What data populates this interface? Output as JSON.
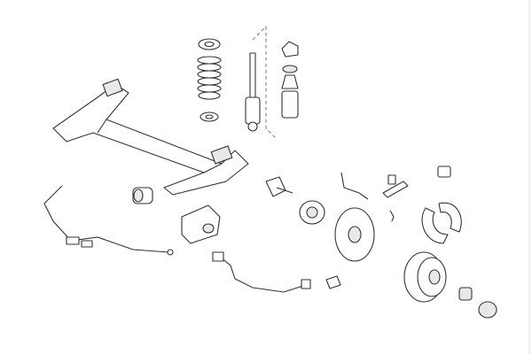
{
  "diagram": {
    "parts": [
      "axle-beam",
      "coil-spring",
      "spring-seat-top",
      "spring-bump-stop",
      "shock-absorber",
      "shock-mount",
      "dust-boot",
      "axle-bushing",
      "abs-sensor-cable",
      "bracket",
      "wheel-hub",
      "hub-bearing",
      "brake-backing-plate",
      "brake-hose",
      "brake-cylinder",
      "adjuster",
      "brake-shoes",
      "brake-drum",
      "hub-nut",
      "dust-cap",
      "abs-sensor",
      "clip"
    ],
    "colors": {
      "line": "#333333",
      "shade": "#e8e8e8",
      "background": "#ffffff"
    }
  }
}
